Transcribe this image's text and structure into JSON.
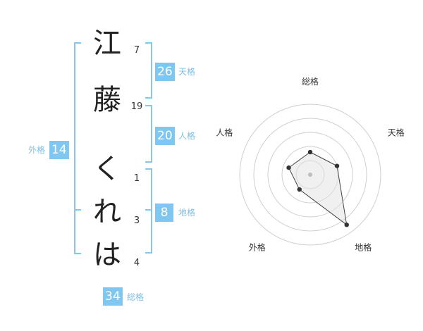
{
  "name": {
    "characters": [
      {
        "char": "江",
        "strokes": "7"
      },
      {
        "char": "藤",
        "strokes": "19"
      },
      {
        "char": "く",
        "strokes": "1"
      },
      {
        "char": "れ",
        "strokes": "3"
      },
      {
        "char": "は",
        "strokes": "4"
      }
    ]
  },
  "fortunes": {
    "tenkaku": {
      "value": "26",
      "label": "天格"
    },
    "jinkaku": {
      "value": "20",
      "label": "人格"
    },
    "chikaku": {
      "value": "8",
      "label": "地格"
    },
    "gaikaku": {
      "value": "14",
      "label": "外格"
    },
    "soukaku": {
      "value": "34",
      "label": "総格"
    }
  },
  "colors": {
    "accent": "#7fc7f1",
    "bracket": "#80c8ef"
  },
  "chart_data": {
    "type": "radar",
    "axes": [
      "総格",
      "天格",
      "地格",
      "外格",
      "人格"
    ],
    "values": [
      1.6,
      2.0,
      4.4,
      1.3,
      1.6
    ],
    "range": [
      0,
      5
    ],
    "grid": true
  }
}
